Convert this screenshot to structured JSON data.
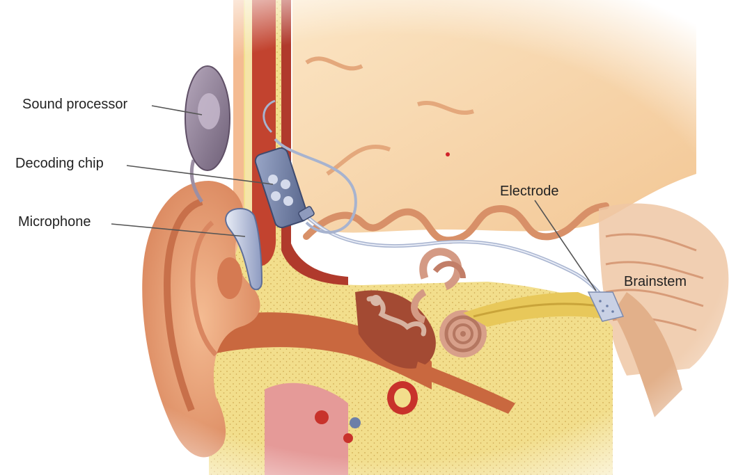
{
  "labels": {
    "sound_processor": "Sound processor",
    "decoding_chip": "Decoding chip",
    "microphone": "Microphone",
    "electrode": "Electrode",
    "brainstem": "Brainstem"
  },
  "colors": {
    "skin": "#E59A70",
    "skin_dark": "#C8704A",
    "brain": "#F6D2A2",
    "brain_fold": "#D89068",
    "bone": "#F2DE8C",
    "muscle": "#C2432F",
    "device": "#7B8AAE",
    "device_light": "#D5DBEC",
    "processor": "#8A7A90",
    "nerve": "#E8C85A",
    "leader_line": "#555555"
  },
  "icons": {
    "watermark": "circular-watermark-icon"
  }
}
